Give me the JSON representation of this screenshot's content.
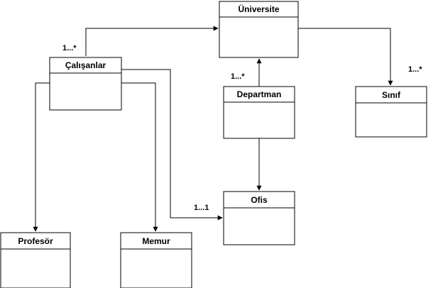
{
  "classes": {
    "universite": "Üniversite",
    "calisanlar": "Çalışanlar",
    "departman": "Departman",
    "sinif": "Sınıf",
    "ofis": "Ofis",
    "profesor": "Profesör",
    "memur": "Memur"
  },
  "multiplicities": {
    "calisanlar_universite": "1...*",
    "departman_universite": "1...*",
    "universite_sinif": "1...*",
    "calisanlar_ofis": "1...1"
  }
}
